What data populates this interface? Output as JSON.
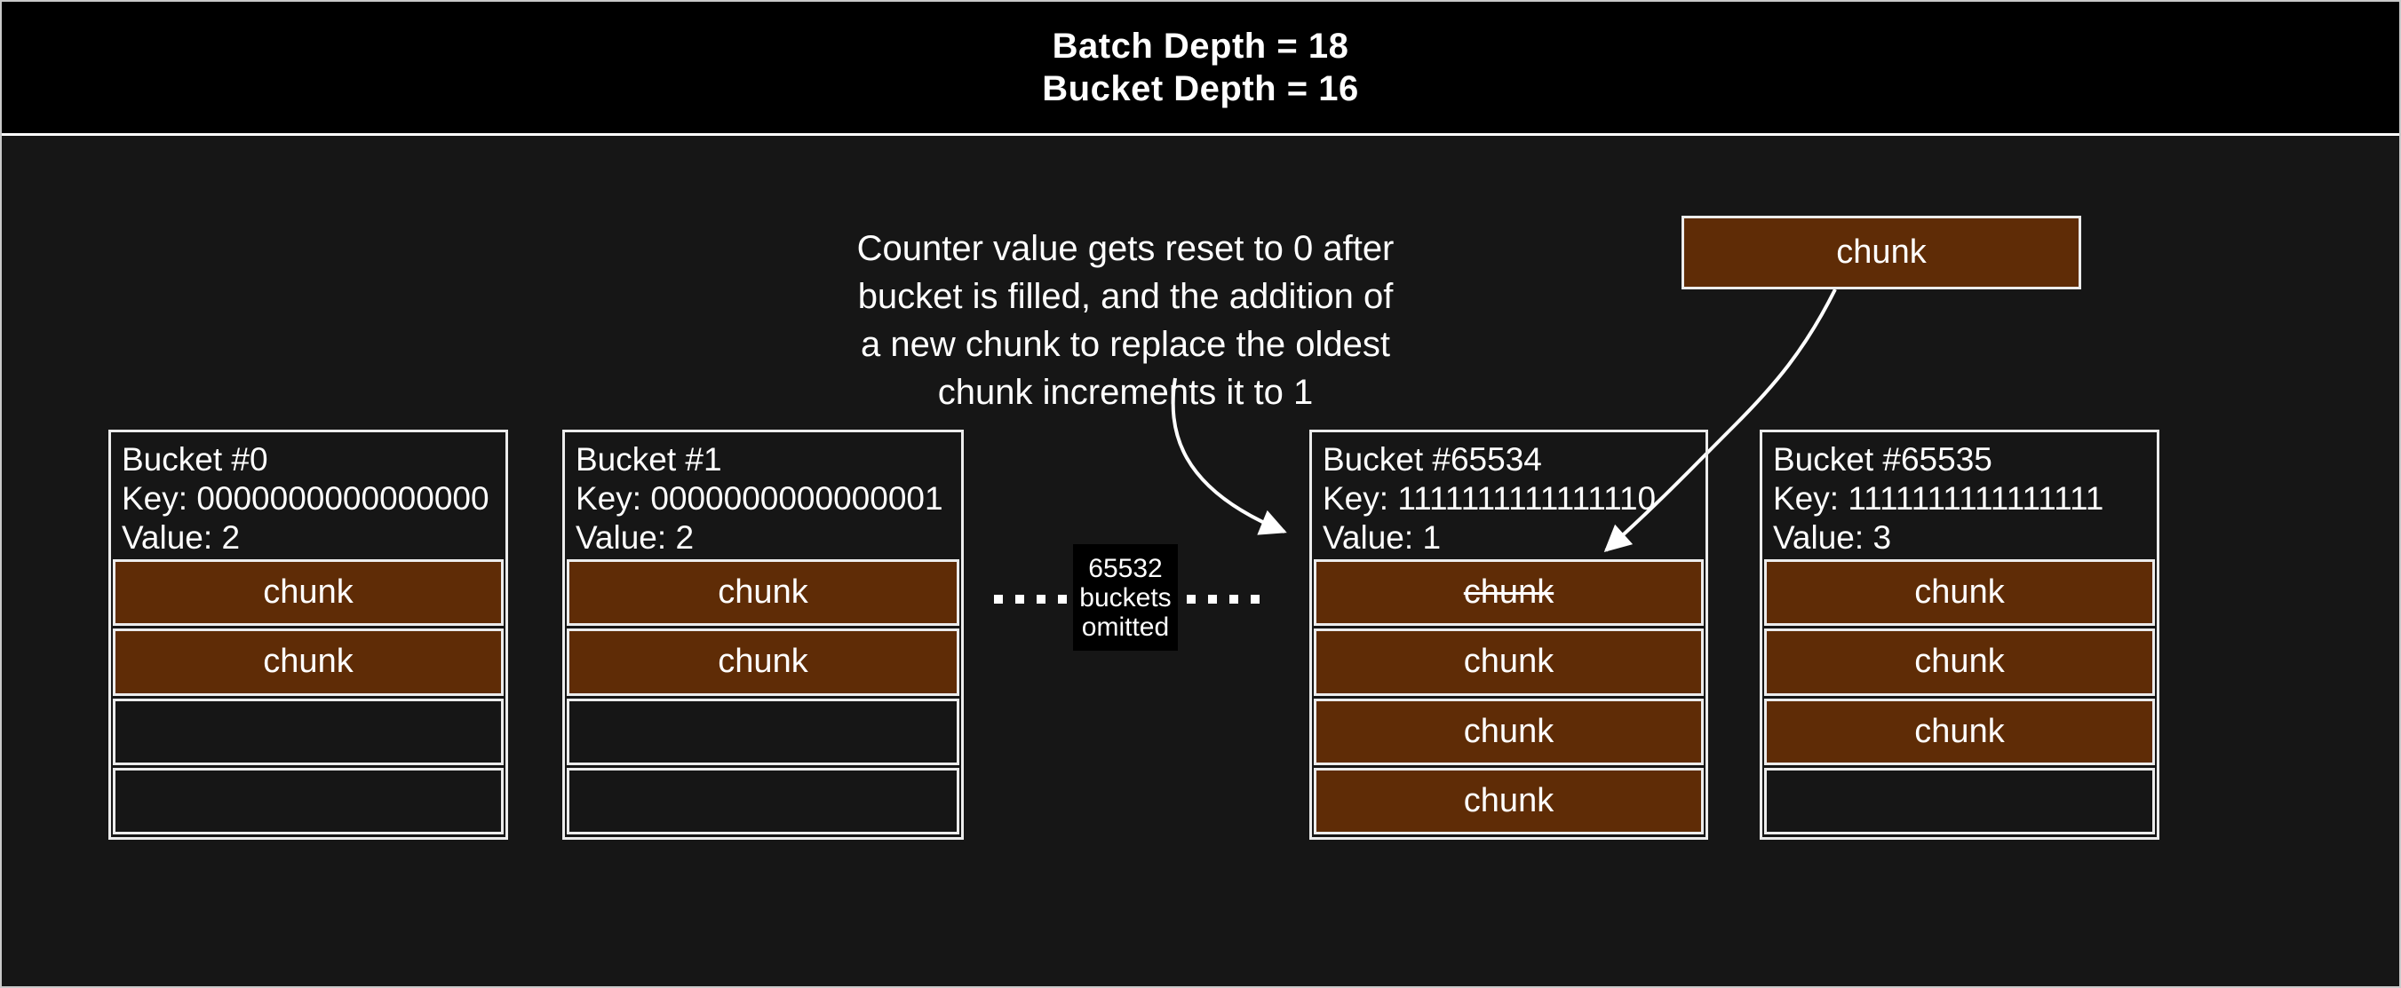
{
  "header": {
    "line1": "Batch Depth = 18",
    "line2": "Bucket Depth = 16"
  },
  "annotation": {
    "lines": [
      "Counter value gets reset to 0 after",
      "bucket is filled, and the addition of",
      "a new chunk to replace the oldest",
      "chunk increments it to 1"
    ]
  },
  "incoming_chunk": {
    "label": "chunk"
  },
  "omitted": {
    "lines": [
      "65532",
      "buckets",
      "omitted"
    ]
  },
  "buckets": [
    {
      "title": "Bucket #0",
      "key": "Key: 0000000000000000",
      "value": "Value: 2",
      "slots": [
        {
          "label": "chunk",
          "filled": true,
          "struck": false
        },
        {
          "label": "chunk",
          "filled": true,
          "struck": false
        },
        {
          "label": "",
          "filled": false,
          "struck": false
        },
        {
          "label": "",
          "filled": false,
          "struck": false
        }
      ]
    },
    {
      "title": "Bucket #1",
      "key": "Key: 0000000000000001",
      "value": "Value: 2",
      "slots": [
        {
          "label": "chunk",
          "filled": true,
          "struck": false
        },
        {
          "label": "chunk",
          "filled": true,
          "struck": false
        },
        {
          "label": "",
          "filled": false,
          "struck": false
        },
        {
          "label": "",
          "filled": false,
          "struck": false
        }
      ]
    },
    {
      "title": "Bucket #65534",
      "key": "Key: 1111111111111110",
      "value": "Value: 1",
      "slots": [
        {
          "label": "chunk",
          "filled": true,
          "struck": true
        },
        {
          "label": "chunk",
          "filled": true,
          "struck": false
        },
        {
          "label": "chunk",
          "filled": true,
          "struck": false
        },
        {
          "label": "chunk",
          "filled": true,
          "struck": false
        }
      ]
    },
    {
      "title": "Bucket #65535",
      "key": "Key: 1111111111111111",
      "value": "Value: 3",
      "slots": [
        {
          "label": "chunk",
          "filled": true,
          "struck": false
        },
        {
          "label": "chunk",
          "filled": true,
          "struck": false
        },
        {
          "label": "chunk",
          "filled": true,
          "struck": false
        },
        {
          "label": "",
          "filled": false,
          "struck": false
        }
      ]
    }
  ],
  "colors": {
    "chunk_fill": "#5F2C06",
    "background": "#161616",
    "header_background": "#000000",
    "border": "#ECECEC",
    "text": "#FFFFFF"
  }
}
